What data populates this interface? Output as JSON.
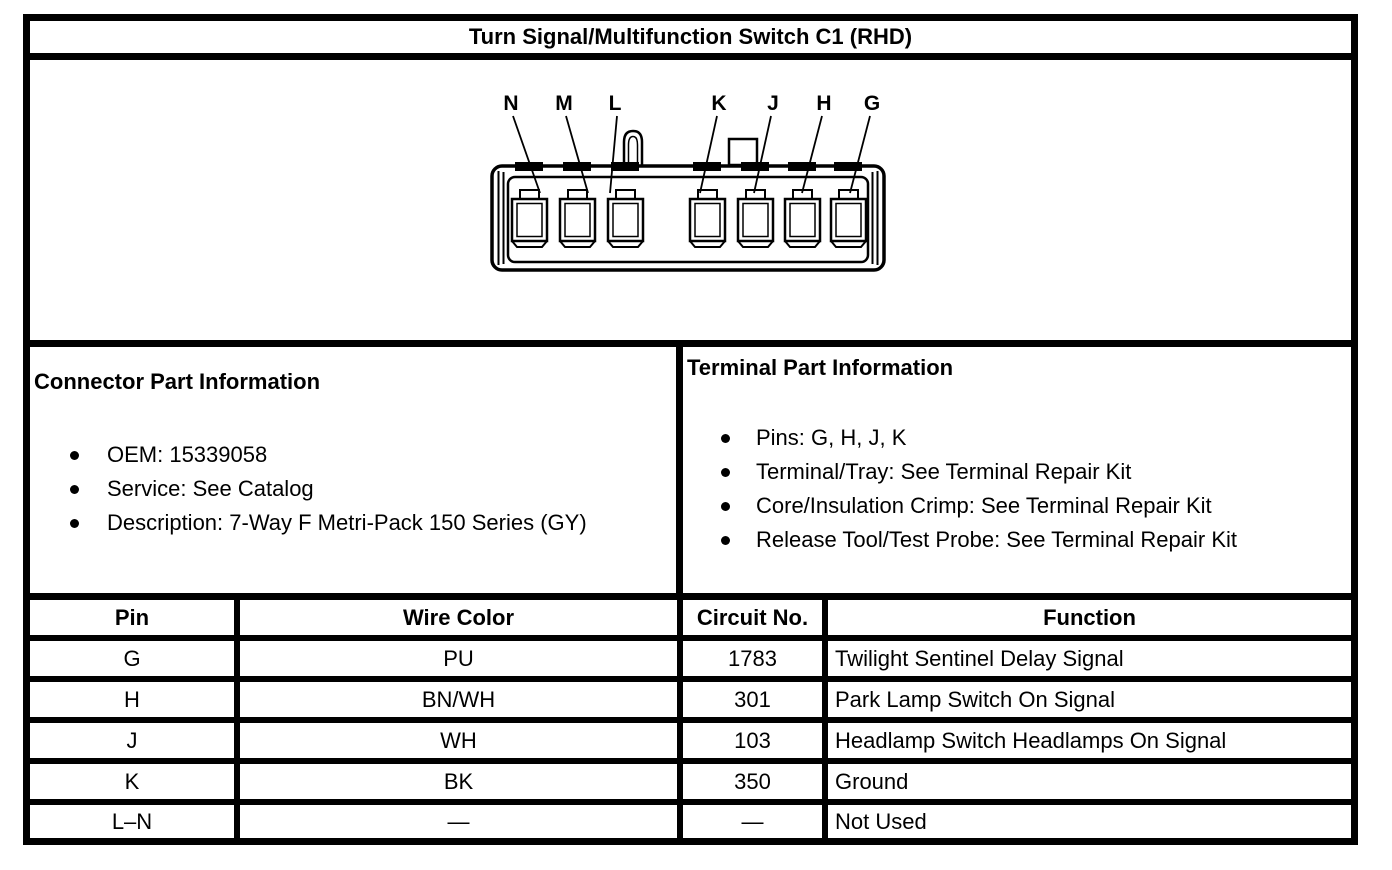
{
  "title": "Turn Signal/Multifunction Switch C1 (RHD)",
  "diagram": {
    "pin_labels": [
      "N",
      "M",
      "L",
      "K",
      "J",
      "H",
      "G"
    ]
  },
  "connector_info": {
    "heading": "Connector Part Information",
    "bullets": [
      "OEM: 15339058",
      "Service: See Catalog",
      "Description: 7-Way F Metri-Pack 150 Series (GY)"
    ]
  },
  "terminal_info": {
    "heading": "Terminal Part Information",
    "bullets": [
      "Pins: G, H, J, K",
      "Terminal/Tray: See Terminal Repair Kit",
      "Core/Insulation Crimp: See Terminal Repair Kit",
      "Release Tool/Test Probe: See Terminal Repair Kit"
    ]
  },
  "pin_table": {
    "headers": [
      "Pin",
      "Wire Color",
      "Circuit No.",
      "Function"
    ],
    "rows": [
      {
        "pin": "G",
        "wire_color": "PU",
        "circuit_no": "1783",
        "function": "Twilight Sentinel Delay Signal"
      },
      {
        "pin": "H",
        "wire_color": "BN/WH",
        "circuit_no": "301",
        "function": "Park Lamp Switch On Signal"
      },
      {
        "pin": "J",
        "wire_color": "WH",
        "circuit_no": "103",
        "function": "Headlamp Switch Headlamps On Signal"
      },
      {
        "pin": "K",
        "wire_color": "BK",
        "circuit_no": "350",
        "function": "Ground"
      },
      {
        "pin": "L–N",
        "wire_color": "—",
        "circuit_no": "—",
        "function": "Not Used"
      }
    ]
  },
  "colors": {
    "ink": "#000000",
    "paper": "#ffffff"
  }
}
